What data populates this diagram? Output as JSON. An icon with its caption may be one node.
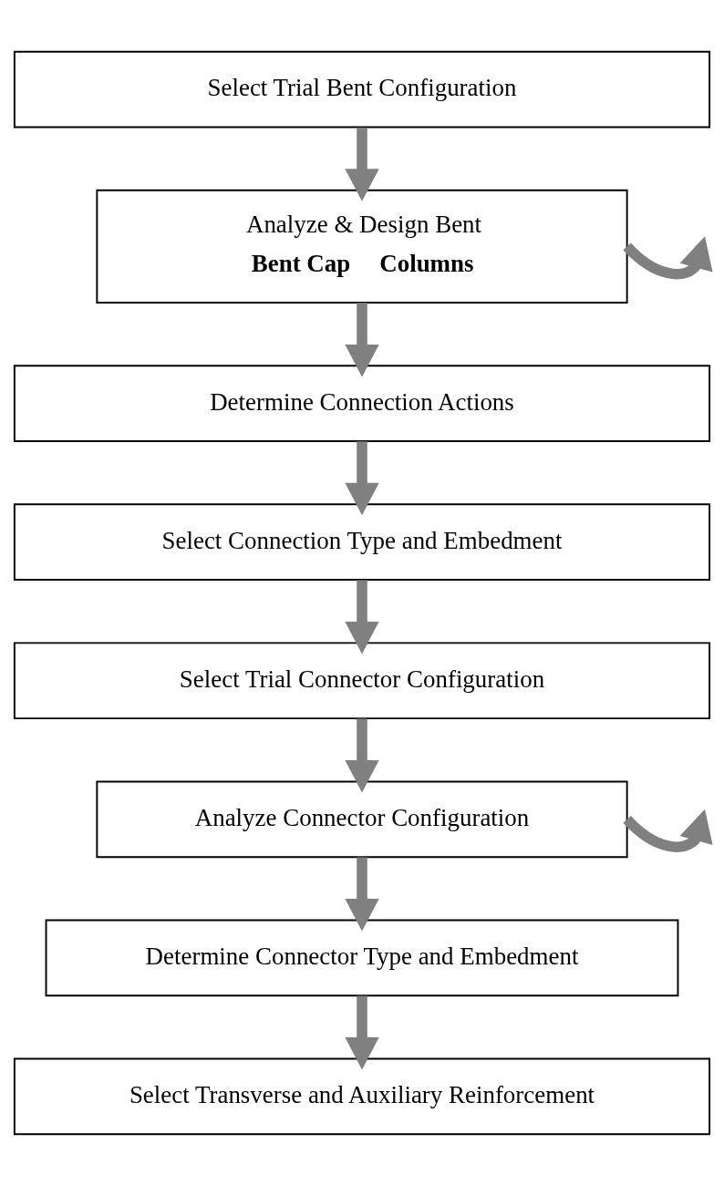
{
  "diagram": {
    "nodes": [
      {
        "text": [
          "Select Trial Bent Configuration"
        ]
      },
      {
        "text": [
          "Analyze & Design Bent",
          "Bent Cap",
          "Columns"
        ]
      },
      {
        "text": [
          "Determine Connection Actions"
        ]
      },
      {
        "text": [
          "Select Connection Type and Embedment"
        ]
      },
      {
        "text": [
          "Select Trial Connector Configuration"
        ]
      },
      {
        "text": [
          "Analyze Connector Configuration"
        ]
      },
      {
        "text": [
          "Determine Connector Type and Embedment"
        ]
      },
      {
        "text": [
          "Select Transverse and Auxiliary Reinforcement"
        ]
      }
    ],
    "edges": [
      {
        "from": 0,
        "to": 1,
        "arrow": "to"
      },
      {
        "from": 1,
        "to": null,
        "arrow": "to"
      },
      {
        "from": 1,
        "to": 2,
        "arrow": "to"
      },
      {
        "from": 2,
        "to": 3,
        "arrow": "to"
      },
      {
        "from": 3,
        "to": 4,
        "arrow": "to"
      },
      {
        "from": 4,
        "to": 5,
        "arrow": "to"
      },
      {
        "from": 5,
        "to": null,
        "arrow": "to"
      },
      {
        "from": 5,
        "to": 6,
        "arrow": "to"
      },
      {
        "from": 6,
        "to": 7,
        "arrow": "to"
      }
    ]
  }
}
